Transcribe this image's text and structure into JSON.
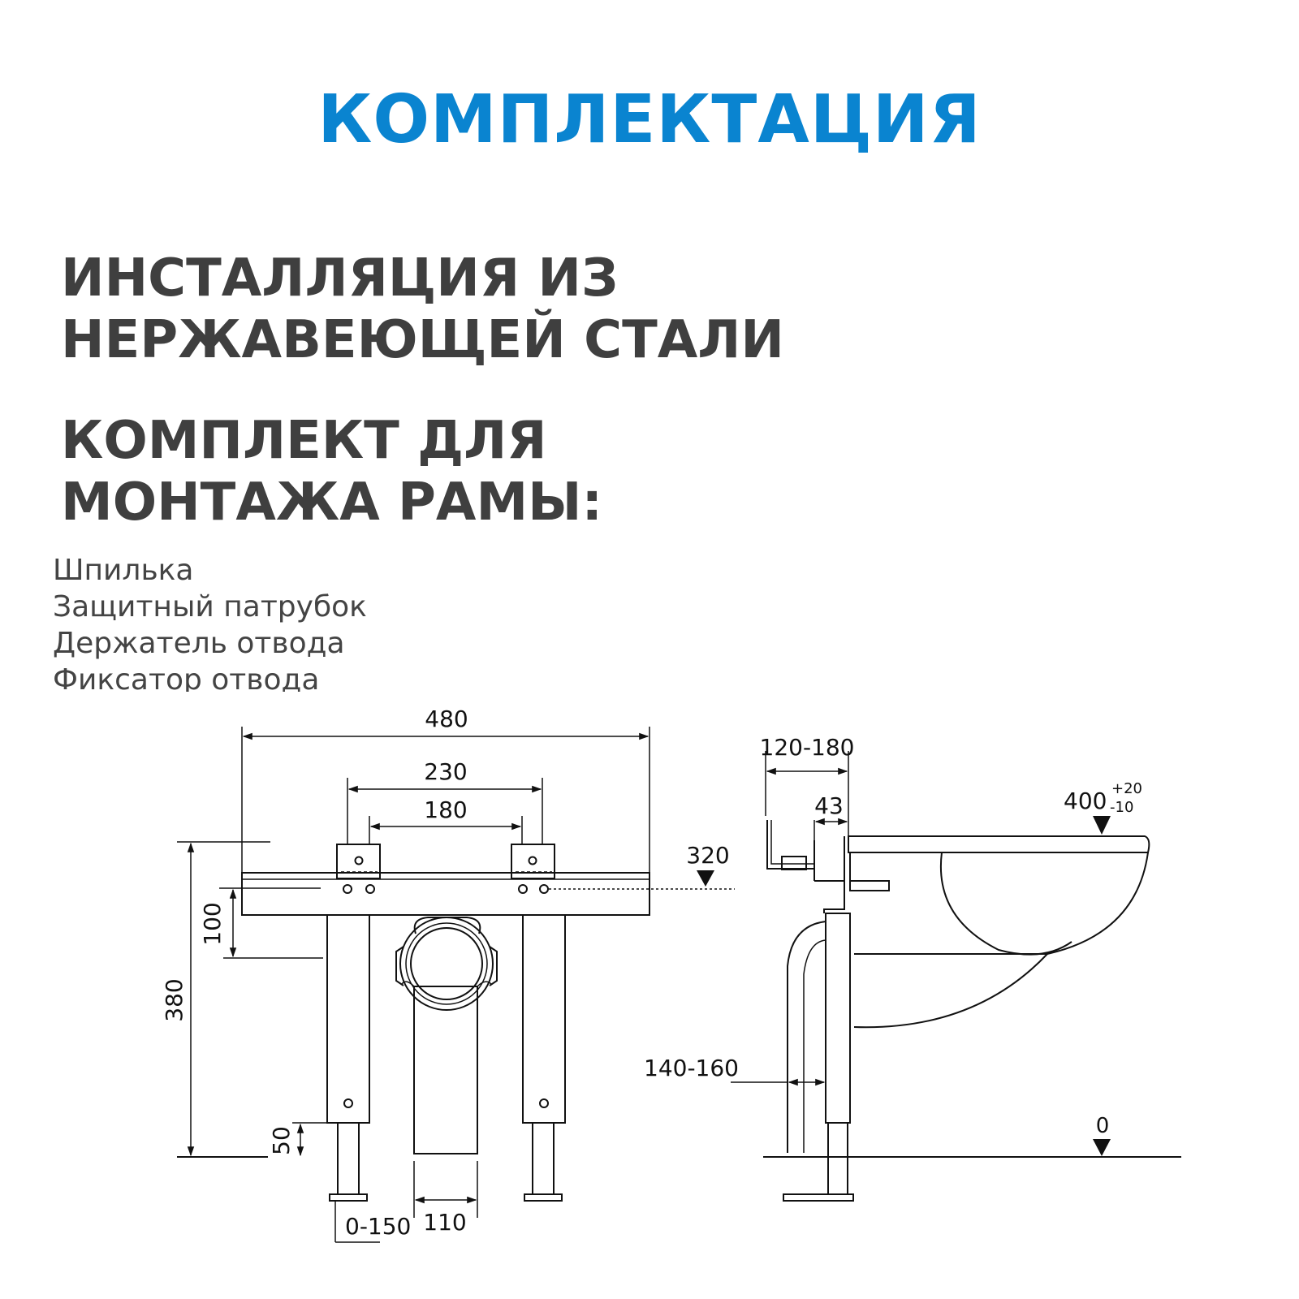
{
  "title": "КОМПЛЕКТАЦИЯ",
  "accent_color": "#0a84d0",
  "text_color": "#3f3f3f",
  "section1": {
    "lines": [
      "ИНСТАЛЛЯЦИЯ ИЗ",
      "НЕРЖАВЕЮЩЕЙ СТАЛИ"
    ]
  },
  "section2": {
    "lines": [
      "КОМПЛЕКТ ДЛЯ",
      "МОНТАЖА РАМЫ:"
    ],
    "items": [
      "Шпилька",
      "Защитный патрубок",
      "Держатель отвода",
      "Фиксатор отвода"
    ]
  },
  "drawing": {
    "front_view": {
      "dim_480": "480",
      "dim_230": "230",
      "dim_180": "180",
      "dim_320": "320",
      "dim_100": "100",
      "dim_380": "380",
      "dim_50": "50",
      "dim_0_150": "0-150",
      "dim_110": "110"
    },
    "side_view": {
      "dim_120_180": "120-180",
      "dim_43": "43",
      "dim_400": "400",
      "dim_400_upper": "+20",
      "dim_400_lower": "-10",
      "dim_140_160": "140-160",
      "dim_0": "0"
    }
  }
}
